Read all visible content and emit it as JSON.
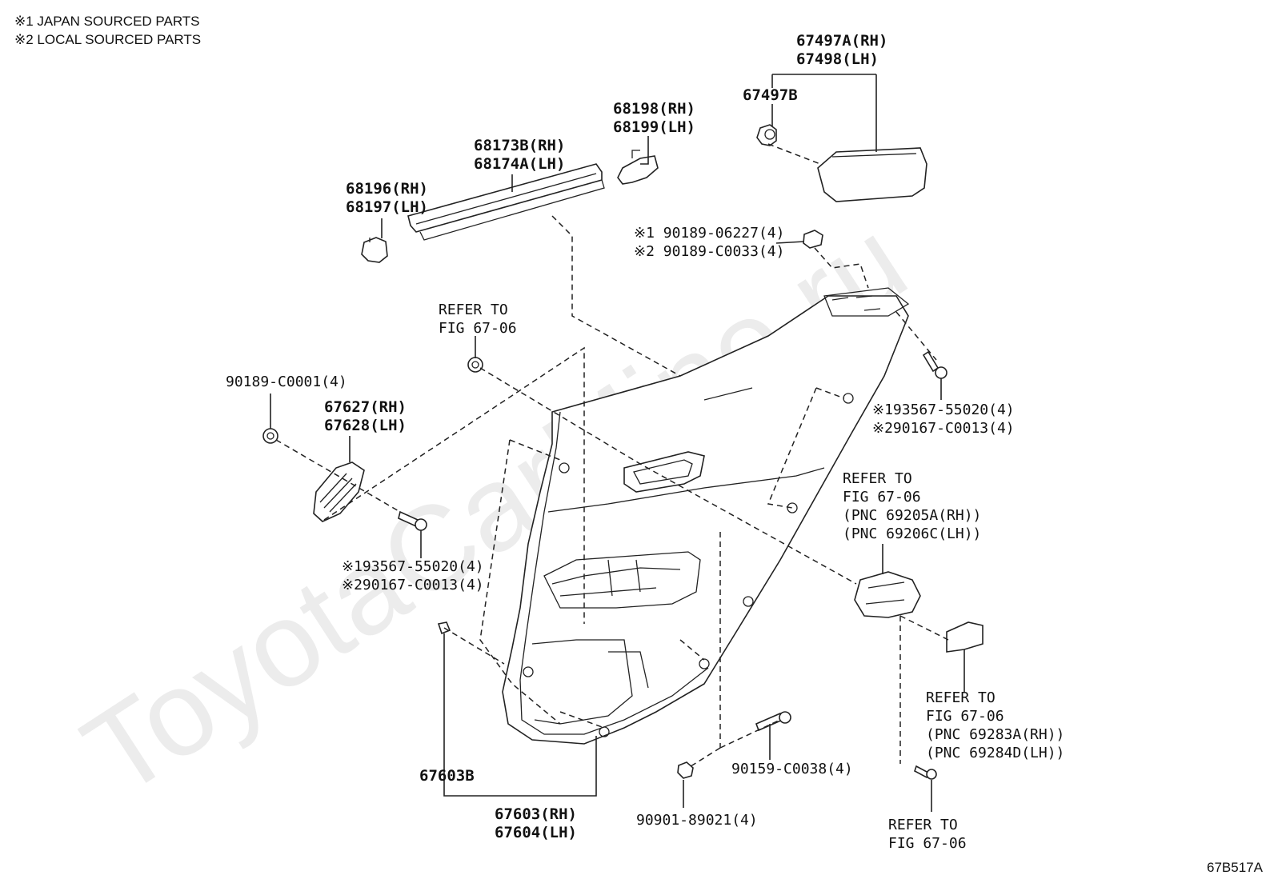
{
  "notes": [
    "※1 JAPAN SOURCED PARTS",
    "※2 LOCAL SOURCED PARTS"
  ],
  "watermark": "ToyotaCarMine.ru",
  "figure_id": "67B517A",
  "callouts": {
    "c67497a": [
      "67497A(RH)",
      "67498(LH)"
    ],
    "c67497b": [
      "67497B"
    ],
    "c68198": [
      "68198(RH)",
      "68199(LH)"
    ],
    "c68173b": [
      "68173B(RH)",
      "68174A(LH)"
    ],
    "c68196": [
      "68196(RH)",
      "68197(LH)"
    ],
    "c90189_06227": [
      "※1 90189-06227(4)",
      "※2 90189-C0033(4)"
    ],
    "refer_top": [
      "REFER TO",
      "FIG 67-06"
    ],
    "c90189_c0001": [
      "90189-C0001(4)"
    ],
    "c67627": [
      "67627(RH)",
      "67628(LH)"
    ],
    "c93567_right": [
      "※193567-55020(4)",
      "※290167-C0013(4)"
    ],
    "refer_right": [
      "REFER TO",
      "FIG 67-06",
      "(PNC 69205A(RH))",
      "(PNC 69206C(LH))"
    ],
    "c93567_left": [
      "※193567-55020(4)",
      "※290167-C0013(4)"
    ],
    "refer_lower_right": [
      "REFER TO",
      "FIG 67-06",
      "(PNC 69283A(RH))",
      "(PNC 69284D(LH))"
    ],
    "c67603b": [
      "67603B"
    ],
    "c90159": [
      "90159-C0038(4)"
    ],
    "c67603": [
      "67603(RH)",
      "67604(LH)"
    ],
    "c90901": [
      "90901-89021(4)"
    ],
    "refer_bottom": [
      "REFER TO",
      "FIG 67-06"
    ]
  }
}
